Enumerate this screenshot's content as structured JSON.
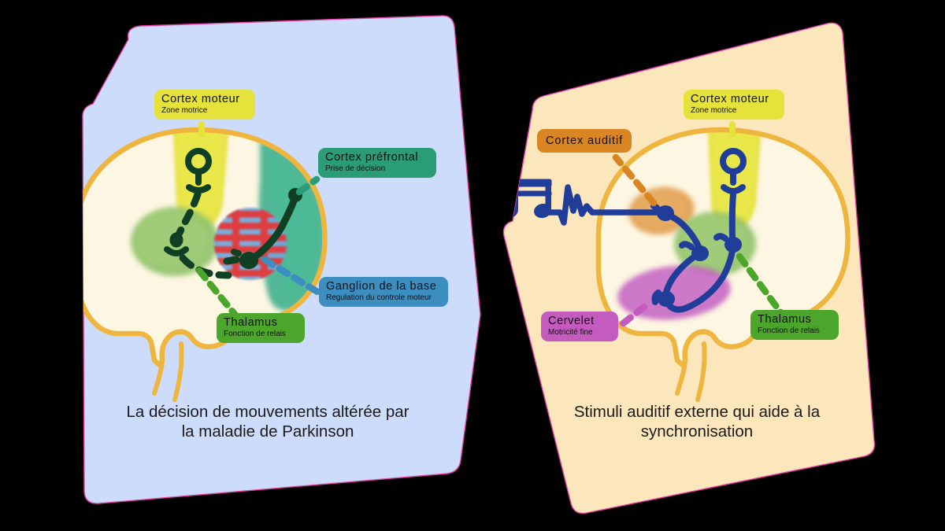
{
  "figure": {
    "type": "diagram",
    "subject": "Deux schémas du cerveau comparant la décision de mouvement dans la maladie de Parkinson et la synchronisation par stimulus auditif externe"
  },
  "colors": {
    "panel_left_bg": "#CCDCFA",
    "panel_right_bg": "#FCE6BC",
    "panel_outline": "#E040A0",
    "brain_outline": "#EFB63F",
    "brain_fill": "#FDF6E2",
    "motor_strip": "#E5E23C",
    "prefrontal": "#3BAF8C",
    "thalamus_blob": "#93C46B",
    "basal_red": "#E23B3B",
    "basal_blue": "#6FA8DC",
    "auditory_blob": "#E2A050",
    "cerebellum_blob": "#C565C4",
    "pathway_dark": "#0F4023",
    "pathway_navy": "#1F3D99",
    "badge_motor": "#E5E23C",
    "badge_prefrontal": "#2A9D77",
    "badge_ganglion": "#3C8DC0",
    "badge_thalamus": "#4CA62C",
    "badge_auditory": "#D98521",
    "badge_cerebellum": "#C45BBF",
    "caption_text": "#1A1A1A"
  },
  "panels": [
    {
      "id": "left",
      "caption": "La décision de mouvements altérée par\nla maladie de Parkinson",
      "labels": [
        {
          "id": "cortex-moteur",
          "title": "Cortex  moteur",
          "subtitle": "Zone motrice"
        },
        {
          "id": "cortex-prefrontal",
          "title": "Cortex  préfrontal",
          "subtitle": "Prise de décision"
        },
        {
          "id": "ganglion-base",
          "title": "Ganglion  de  la  base",
          "subtitle": "Regulation du controle moteur"
        },
        {
          "id": "thalamus",
          "title": "Thalamus",
          "subtitle": "Fonction de relais"
        }
      ],
      "regions": [
        "motor-strip",
        "prefrontal-cortex",
        "thalamus-blob",
        "basal-ganglia-striped"
      ]
    },
    {
      "id": "right",
      "caption": "Stimuli auditif externe qui aide à la\nsynchronisation",
      "labels": [
        {
          "id": "cortex-moteur",
          "title": "Cortex  moteur",
          "subtitle": "Zone motrice"
        },
        {
          "id": "cortex-auditif",
          "title": "Cortex  auditif",
          "subtitle": ""
        },
        {
          "id": "cervelet",
          "title": "Cervelet",
          "subtitle": "Motricité fine"
        },
        {
          "id": "thalamus",
          "title": "Thalamus",
          "subtitle": "Fonction de relais"
        }
      ],
      "regions": [
        "motor-strip",
        "auditory-cortex-blob",
        "thalamus-blob",
        "cerebellum-blob",
        "music-note-waveform"
      ]
    }
  ]
}
